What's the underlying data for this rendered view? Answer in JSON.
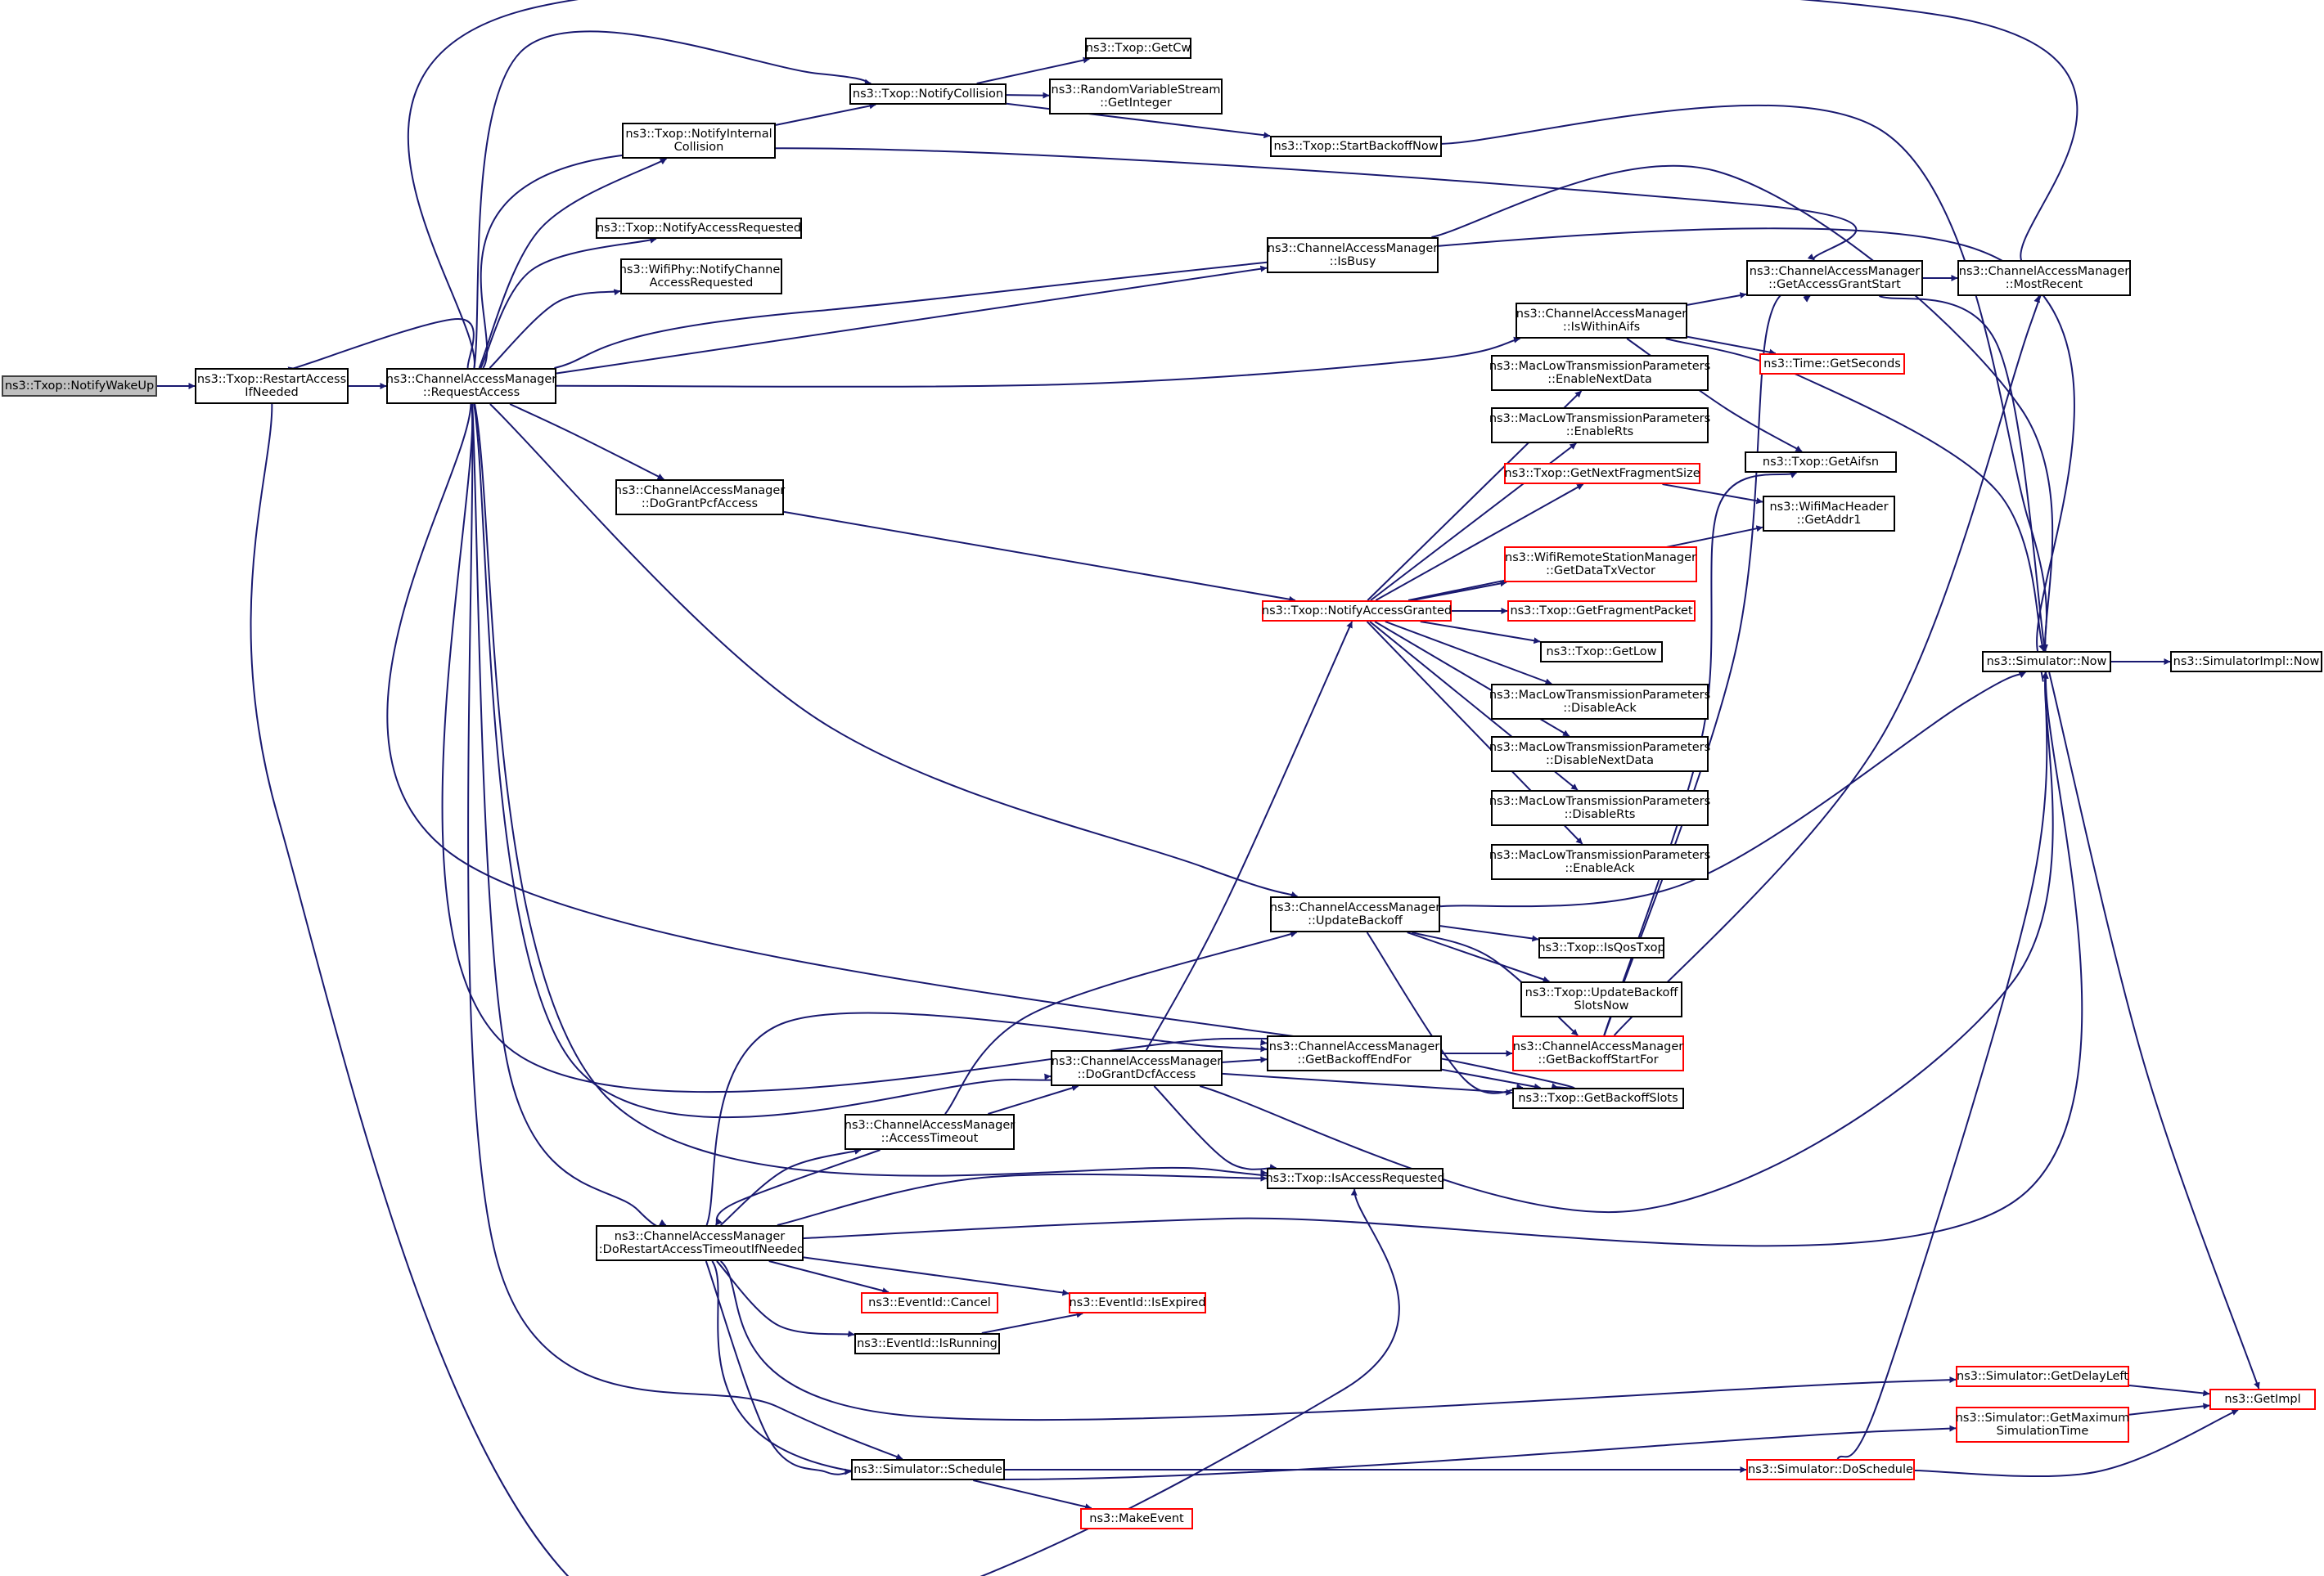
{
  "colors": {
    "edge": "#191970",
    "node_border": "#000000",
    "truncated_border": "#ff0000",
    "root_fill": "#bfbfbf"
  },
  "nodes": {
    "notify_wake_up": {
      "label": "ns3::Txop::NotifyWakeUp",
      "truncated": false
    },
    "restart_access": {
      "label": "ns3::Txop::RestartAccess\nIfNeeded",
      "truncated": false
    },
    "request_access": {
      "label": "ns3::ChannelAccessManager\n::RequestAccess",
      "truncated": false
    },
    "notify_internal_collision": {
      "label": "ns3::Txop::NotifyInternal\nCollision",
      "truncated": false
    },
    "notify_collision": {
      "label": "ns3::Txop::NotifyCollision",
      "truncated": false
    },
    "get_cw": {
      "label": "ns3::Txop::GetCw",
      "truncated": false
    },
    "get_integer": {
      "label": "ns3::RandomVariableStream\n::GetInteger",
      "truncated": false
    },
    "start_backoff_now": {
      "label": "ns3::Txop::StartBackoffNow",
      "truncated": false
    },
    "notify_access_requested": {
      "label": "ns3::Txop::NotifyAccessRequested",
      "truncated": false
    },
    "wifiphy_notify": {
      "label": "ns3::WifiPhy::NotifyChannel\nAccessRequested",
      "truncated": false
    },
    "is_busy": {
      "label": "ns3::ChannelAccessManager\n::IsBusy",
      "truncated": false
    },
    "get_access_grant_start": {
      "label": "ns3::ChannelAccessManager\n::GetAccessGrantStart",
      "truncated": false
    },
    "most_recent": {
      "label": "ns3::ChannelAccessManager\n::MostRecent",
      "truncated": false
    },
    "is_within_aifs": {
      "label": "ns3::ChannelAccessManager\n::IsWithinAifs",
      "truncated": false
    },
    "get_seconds": {
      "label": "ns3::Time::GetSeconds",
      "truncated": true
    },
    "enable_next_data": {
      "label": "ns3::MacLowTransmissionParameters\n::EnableNextData",
      "truncated": false
    },
    "enable_rts": {
      "label": "ns3::MacLowTransmissionParameters\n::EnableRts",
      "truncated": false
    },
    "get_aifsn": {
      "label": "ns3::Txop::GetAifsn",
      "truncated": false
    },
    "get_next_fragment_size": {
      "label": "ns3::Txop::GetNextFragmentSize",
      "truncated": true
    },
    "get_addr1": {
      "label": "ns3::WifiMacHeader\n::GetAddr1",
      "truncated": false
    },
    "do_grant_pcf_access": {
      "label": "ns3::ChannelAccessManager\n::DoGrantPcfAccess",
      "truncated": false
    },
    "get_data_tx_vector": {
      "label": "ns3::WifiRemoteStationManager\n::GetDataTxVector",
      "truncated": true
    },
    "notify_access_granted": {
      "label": "ns3::Txop::NotifyAccessGranted",
      "truncated": true
    },
    "get_fragment_packet": {
      "label": "ns3::Txop::GetFragmentPacket",
      "truncated": true
    },
    "get_low": {
      "label": "ns3::Txop::GetLow",
      "truncated": false
    },
    "simulator_now": {
      "label": "ns3::Simulator::Now",
      "truncated": false
    },
    "simulatorimpl_now": {
      "label": "ns3::SimulatorImpl::Now",
      "truncated": false
    },
    "disable_ack": {
      "label": "ns3::MacLowTransmissionParameters\n::DisableAck",
      "truncated": false
    },
    "disable_next_data": {
      "label": "ns3::MacLowTransmissionParameters\n::DisableNextData",
      "truncated": false
    },
    "disable_rts": {
      "label": "ns3::MacLowTransmissionParameters\n::DisableRts",
      "truncated": false
    },
    "enable_ack": {
      "label": "ns3::MacLowTransmissionParameters\n::EnableAck",
      "truncated": false
    },
    "update_backoff": {
      "label": "ns3::ChannelAccessManager\n::UpdateBackoff",
      "truncated": false
    },
    "is_qos_txop": {
      "label": "ns3::Txop::IsQosTxop",
      "truncated": false
    },
    "update_backoff_slots_now": {
      "label": "ns3::Txop::UpdateBackoff\nSlotsNow",
      "truncated": false
    },
    "get_backoff_end_for": {
      "label": "ns3::ChannelAccessManager\n::GetBackoffEndFor",
      "truncated": false
    },
    "get_backoff_start_for": {
      "label": "ns3::ChannelAccessManager\n::GetBackoffStartFor",
      "truncated": true
    },
    "do_grant_dcf_access": {
      "label": "ns3::ChannelAccessManager\n::DoGrantDcfAccess",
      "truncated": false
    },
    "get_backoff_slots": {
      "label": "ns3::Txop::GetBackoffSlots",
      "truncated": false
    },
    "access_timeout": {
      "label": "ns3::ChannelAccessManager\n::AccessTimeout",
      "truncated": false
    },
    "is_access_requested": {
      "label": "ns3::Txop::IsAccessRequested",
      "truncated": false
    },
    "do_restart_access_timeout": {
      "label": "ns3::ChannelAccessManager\n::DoRestartAccessTimeoutIfNeeded",
      "truncated": false
    },
    "event_cancel": {
      "label": "ns3::EventId::Cancel",
      "truncated": true
    },
    "event_is_expired": {
      "label": "ns3::EventId::IsExpired",
      "truncated": true
    },
    "event_is_running": {
      "label": "ns3::EventId::IsRunning",
      "truncated": false
    },
    "get_delay_left": {
      "label": "ns3::Simulator::GetDelayLeft",
      "truncated": true
    },
    "get_impl": {
      "label": "ns3::GetImpl",
      "truncated": true
    },
    "get_max_sim_time": {
      "label": "ns3::Simulator::GetMaximum\nSimulationTime",
      "truncated": true
    },
    "simulator_schedule": {
      "label": "ns3::Simulator::Schedule",
      "truncated": false
    },
    "do_schedule": {
      "label": "ns3::Simulator::DoSchedule",
      "truncated": true
    },
    "make_event": {
      "label": "ns3::MakeEvent",
      "truncated": true
    }
  },
  "edges": [
    [
      "notify_wake_up",
      "restart_access"
    ],
    [
      "restart_access",
      "request_access"
    ],
    [
      "restart_access",
      "is_access_requested"
    ],
    [
      "request_access",
      "restart_access"
    ],
    [
      "request_access",
      "notify_collision"
    ],
    [
      "request_access",
      "notify_internal_collision"
    ],
    [
      "request_access",
      "notify_access_requested"
    ],
    [
      "request_access",
      "wifiphy_notify"
    ],
    [
      "request_access",
      "is_busy"
    ],
    [
      "request_access",
      "get_access_grant_start"
    ],
    [
      "request_access",
      "most_recent"
    ],
    [
      "request_access",
      "is_within_aifs"
    ],
    [
      "request_access",
      "simulator_now"
    ],
    [
      "request_access",
      "do_grant_pcf_access"
    ],
    [
      "request_access",
      "update_backoff"
    ],
    [
      "request_access",
      "get_backoff_slots"
    ],
    [
      "request_access",
      "get_backoff_end_for"
    ],
    [
      "request_access",
      "do_grant_dcf_access"
    ],
    [
      "request_access",
      "is_access_requested"
    ],
    [
      "request_access",
      "do_restart_access_timeout"
    ],
    [
      "request_access",
      "simulator_schedule"
    ],
    [
      "notify_internal_collision",
      "notify_collision"
    ],
    [
      "notify_collision",
      "get_cw"
    ],
    [
      "notify_collision",
      "get_integer"
    ],
    [
      "notify_collision",
      "start_backoff_now"
    ],
    [
      "start_backoff_now",
      "simulator_now"
    ],
    [
      "is_busy",
      "simulator_now"
    ],
    [
      "get_access_grant_start",
      "most_recent"
    ],
    [
      "get_access_grant_start",
      "simulator_now"
    ],
    [
      "is_within_aifs",
      "get_access_grant_start"
    ],
    [
      "is_within_aifs",
      "get_seconds"
    ],
    [
      "is_within_aifs",
      "get_aifsn"
    ],
    [
      "is_within_aifs",
      "simulator_now"
    ],
    [
      "do_grant_pcf_access",
      "notify_access_granted"
    ],
    [
      "notify_access_granted",
      "enable_next_data"
    ],
    [
      "notify_access_granted",
      "enable_rts"
    ],
    [
      "notify_access_granted",
      "get_next_fragment_size"
    ],
    [
      "notify_access_granted",
      "get_addr1"
    ],
    [
      "notify_access_granted",
      "get_data_tx_vector"
    ],
    [
      "notify_access_granted",
      "get_fragment_packet"
    ],
    [
      "notify_access_granted",
      "get_low"
    ],
    [
      "notify_access_granted",
      "disable_ack"
    ],
    [
      "notify_access_granted",
      "disable_next_data"
    ],
    [
      "notify_access_granted",
      "disable_rts"
    ],
    [
      "notify_access_granted",
      "enable_ack"
    ],
    [
      "get_next_fragment_size",
      "get_addr1"
    ],
    [
      "simulator_now",
      "simulatorimpl_now"
    ],
    [
      "simulator_now",
      "get_impl"
    ],
    [
      "update_backoff",
      "simulator_now"
    ],
    [
      "update_backoff",
      "is_qos_txop"
    ],
    [
      "update_backoff",
      "update_backoff_slots_now"
    ],
    [
      "update_backoff",
      "get_backoff_start_for"
    ],
    [
      "update_backoff",
      "get_backoff_slots"
    ],
    [
      "get_backoff_end_for",
      "get_backoff_start_for"
    ],
    [
      "get_backoff_end_for",
      "get_backoff_slots"
    ],
    [
      "get_backoff_start_for",
      "get_aifsn"
    ],
    [
      "get_backoff_start_for",
      "get_access_grant_start"
    ],
    [
      "get_backoff_start_for",
      "most_recent"
    ],
    [
      "do_grant_dcf_access",
      "notify_access_granted"
    ],
    [
      "do_grant_dcf_access",
      "get_backoff_end_for"
    ],
    [
      "do_grant_dcf_access",
      "get_backoff_slots"
    ],
    [
      "do_grant_dcf_access",
      "is_access_requested"
    ],
    [
      "do_grant_dcf_access",
      "simulator_now"
    ],
    [
      "access_timeout",
      "update_backoff"
    ],
    [
      "access_timeout",
      "do_grant_dcf_access"
    ],
    [
      "access_timeout",
      "do_restart_access_timeout"
    ],
    [
      "do_restart_access_timeout",
      "access_timeout"
    ],
    [
      "do_restart_access_timeout",
      "get_backoff_end_for"
    ],
    [
      "do_restart_access_timeout",
      "is_access_requested"
    ],
    [
      "do_restart_access_timeout",
      "simulator_now"
    ],
    [
      "do_restart_access_timeout",
      "event_is_expired"
    ],
    [
      "do_restart_access_timeout",
      "event_cancel"
    ],
    [
      "do_restart_access_timeout",
      "event_is_running"
    ],
    [
      "do_restart_access_timeout",
      "get_delay_left"
    ],
    [
      "do_restart_access_timeout",
      "get_max_sim_time"
    ],
    [
      "do_restart_access_timeout",
      "simulator_schedule"
    ],
    [
      "event_is_running",
      "event_is_expired"
    ],
    [
      "get_delay_left",
      "get_impl"
    ],
    [
      "get_max_sim_time",
      "get_impl"
    ],
    [
      "simulator_schedule",
      "do_schedule"
    ],
    [
      "simulator_schedule",
      "make_event"
    ],
    [
      "do_schedule",
      "get_impl"
    ],
    [
      "do_schedule",
      "simulator_now"
    ]
  ]
}
